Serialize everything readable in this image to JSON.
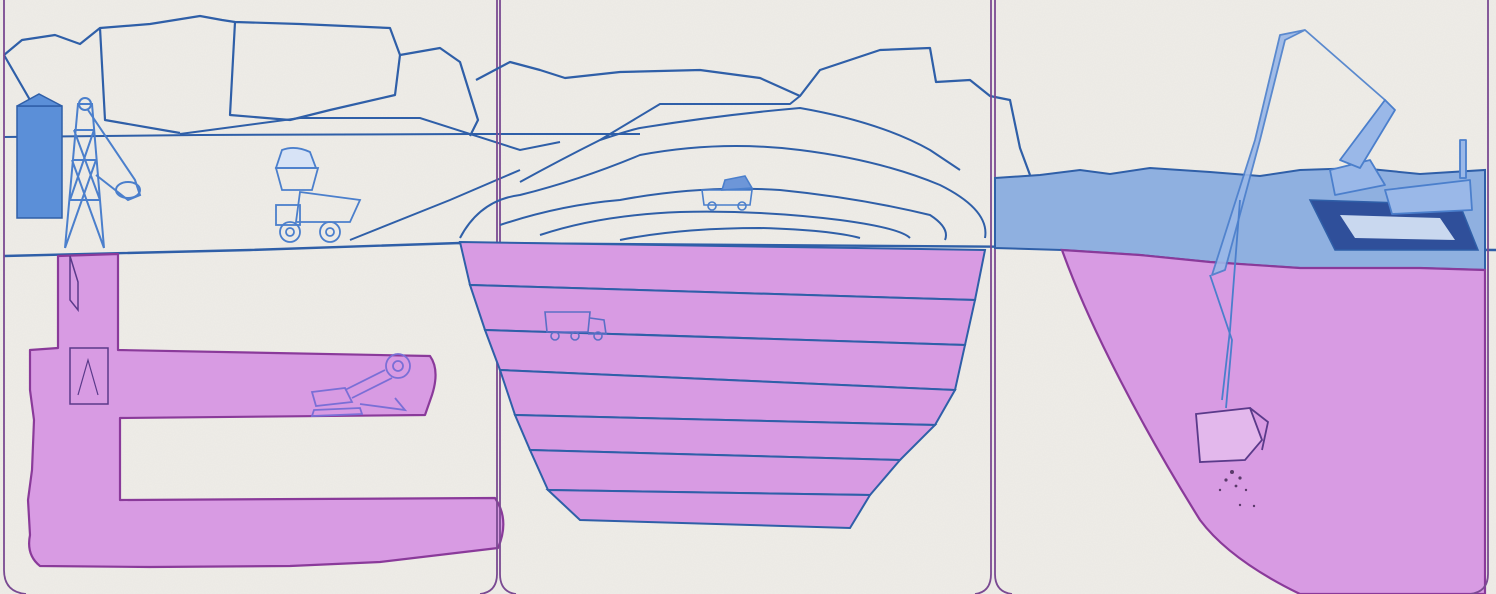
{
  "figure": {
    "panels": [
      {
        "id": "underground",
        "items": [
          "headframe",
          "silo",
          "conveyor",
          "dump-truck",
          "shaft",
          "tunnels",
          "tunneling-machine",
          "skip-cage"
        ]
      },
      {
        "id": "open-pit",
        "items": [
          "waste-dump",
          "haul-truck-top",
          "benches",
          "haul-truck-pit"
        ]
      },
      {
        "id": "dredging",
        "items": [
          "dredge-excavator",
          "pontoon",
          "water",
          "bucket",
          "ore-spill"
        ]
      }
    ]
  },
  "colors": {
    "paper": "#efede8",
    "outline": "#2f5fa8",
    "ore": "#d89be3",
    "ore_edge": "#8a3a9a",
    "machine_blue": "#5b8fd8",
    "machine_light": "#9ab8e8",
    "water": "#8fb0e0",
    "panel_border": "#7a4a92"
  }
}
